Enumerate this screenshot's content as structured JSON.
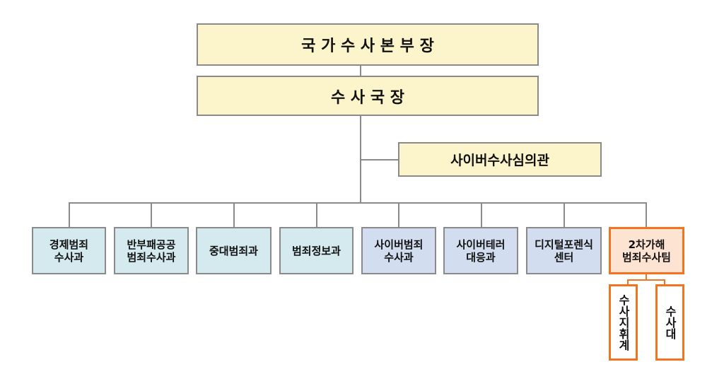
{
  "chart": {
    "top": "국 가 수 사 본 부 장",
    "second": "수 사 국 장",
    "advisor": "사이버수사심의관",
    "departments": [
      {
        "label": "경제범죄\n수사과",
        "color": "#d4eaee"
      },
      {
        "label": "반부패공공\n범죄수사과",
        "color": "#d4eaee"
      },
      {
        "label": "중대범죄과",
        "color": "#d4eaee"
      },
      {
        "label": "범죄정보과",
        "color": "#d4eaee"
      },
      {
        "label": "사이버범죄\n수사과",
        "color": "#d2deef"
      },
      {
        "label": "사이버테러\n대응과",
        "color": "#d2deef"
      },
      {
        "label": "디지털포렌식\n센터",
        "color": "#d2deef"
      },
      {
        "label": "2차가해\n범죄수사팀",
        "color": "#fde3d2"
      }
    ],
    "sub_units": [
      "수사지휘계",
      "수사대"
    ],
    "highlight_color": "#f5731e"
  }
}
